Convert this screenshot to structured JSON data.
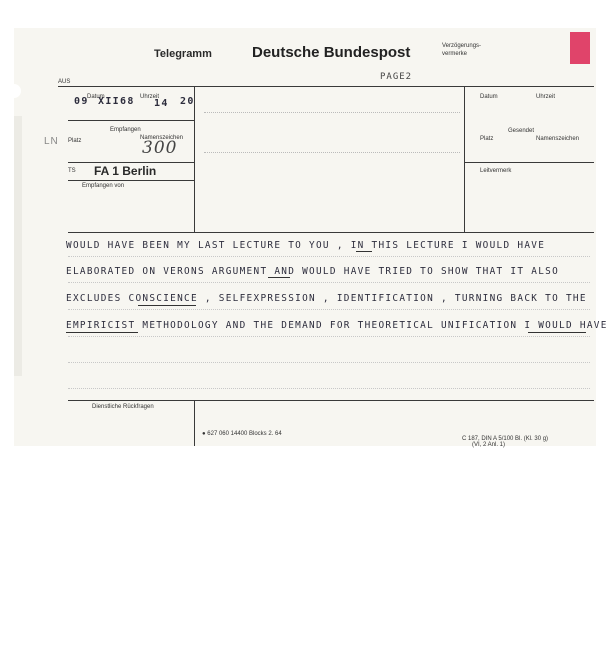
{
  "header": {
    "telegramm": "Telegramm",
    "agency": "Deutsche Bundespost",
    "verzoegerung": "Verzögerungs-\nvermerke",
    "page_label": "PAGE2"
  },
  "sender": {
    "aus_label": "AUS",
    "datum_label": "Datum",
    "datum_day": "09",
    "datum_month": "XII",
    "datum_year": "68",
    "uhrzeit_label": "Uhrzeit",
    "uhrzeit_hour": "14",
    "uhrzeit_min": "20",
    "ln_code": "LN",
    "platz_label": "Platz",
    "empfangen_label": "Empfangen",
    "namenszeichen_label": "Namenszeichen",
    "handwritten_number": "300",
    "ts_label": "TS",
    "station": "FA 1 Berlin",
    "empfangen_von_label": "Empfangen von"
  },
  "right_panel": {
    "datum_label": "Datum",
    "uhrzeit_label": "Uhrzeit",
    "gesendet_label": "Gesendet",
    "platz_label": "Platz",
    "namenszeichen_label": "Namenszeichen",
    "leitvermerk_label": "Leitvermerk"
  },
  "message_lines": [
    "WOULD HAVE BEEN MY LAST LECTURE TO YOU , IN THIS LECTURE I WOULD  HAVE",
    "ELABORATED ON VERONS ARGUMENT AND WOULD HAVE TRIED TO  SHOW THAT IT ALSO",
    "EXCLUDES CONSCIENCE , SELFEXPRESSION ,  IDENTIFICATION , TURNING BACK TO THE",
    "EMPIRICIST METHODOLOGY  AND THE DEMAND FOR THEORETICAL UNIFICATION I WOULD HAVE"
  ],
  "footer": {
    "dienstliche": "Dienstliche Rückfragen",
    "print_code": "627 060  14400 Blocks  2. 64",
    "form_code_1": "C 187, DIN A 5/100 Bl. (Kl. 30 g)",
    "form_code_2": "(VI, 2 Anl. 1)"
  },
  "colors": {
    "paper": "#f7f6f1",
    "ink": "#2a2a2a",
    "tab": "#e0446a"
  }
}
